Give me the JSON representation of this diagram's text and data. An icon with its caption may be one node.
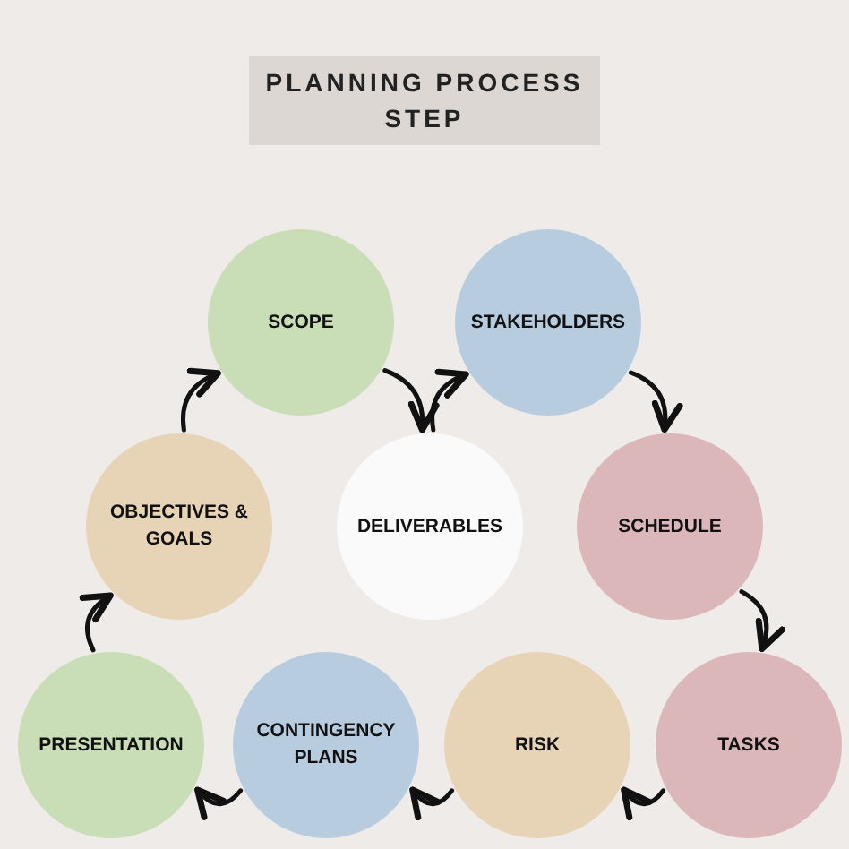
{
  "diagram": {
    "title": "PLANNING PROCESS STEP",
    "nodes": [
      {
        "text": [
          "SCOPE"
        ]
      },
      {
        "text": [
          "STAKEHOLDERS"
        ]
      },
      {
        "text": [
          "OBJECTIVES & GOALS"
        ]
      },
      {
        "text": [
          "DELIVERABLES"
        ]
      },
      {
        "text": [
          "SCHEDULE"
        ]
      },
      {
        "text": [
          "PRESENTATION"
        ]
      },
      {
        "text": [
          "CONTINGENCY PLANS"
        ]
      },
      {
        "text": [
          "RISK"
        ]
      },
      {
        "text": [
          "TASKS"
        ]
      }
    ],
    "edges": [
      {
        "from": 2,
        "to": 0,
        "arrow": "to"
      },
      {
        "from": 0,
        "to": 3,
        "arrow": "to"
      },
      {
        "from": 3,
        "to": 1,
        "arrow": "to"
      },
      {
        "from": 1,
        "to": 4,
        "arrow": "to"
      },
      {
        "from": 4,
        "to": 8,
        "arrow": "to"
      },
      {
        "from": 8,
        "to": 7,
        "arrow": "to"
      },
      {
        "from": 7,
        "to": 6,
        "arrow": "to"
      },
      {
        "from": 6,
        "to": 5,
        "arrow": "to"
      },
      {
        "from": 5,
        "to": 2,
        "arrow": "to"
      }
    ]
  }
}
